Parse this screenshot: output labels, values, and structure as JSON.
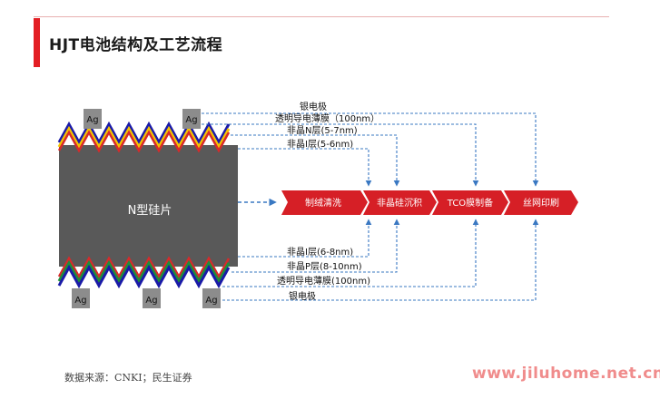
{
  "page": {
    "title": "HJT电池结构及工艺流程",
    "source": "数据来源：CNKI；民生证券",
    "watermark": "www.jiluhome.net.cn"
  },
  "diagram": {
    "wafer_label": "N型硅片",
    "top_contacts": [
      "Ag",
      "Ag"
    ],
    "bottom_contacts": [
      "Ag",
      "Ag",
      "Ag"
    ],
    "top_layers": [
      "银电极",
      "透明导电薄膜（100nm）",
      "非晶N层(5-7nm)",
      "非晶I层(5-6nm)"
    ],
    "bottom_layers": [
      "非晶I层(6-8nm)",
      "非晶P层(8-10nm)",
      "透明导电薄膜(100nm)",
      "银电极"
    ],
    "process_steps": [
      "制绒清洗",
      "非晶硅沉积",
      "TCO膜制备",
      "丝网印刷"
    ],
    "colors": {
      "accent": "#e31e24",
      "arrow": "#d61f26",
      "wafer": "#595959",
      "contact": "#8c8c8c",
      "n_layer": "#f5c400",
      "i_layer": "#1a1aa8",
      "p_layer": "#1e8f3a",
      "tco": "#5b9bd5",
      "connector": "#3a78c2"
    }
  }
}
